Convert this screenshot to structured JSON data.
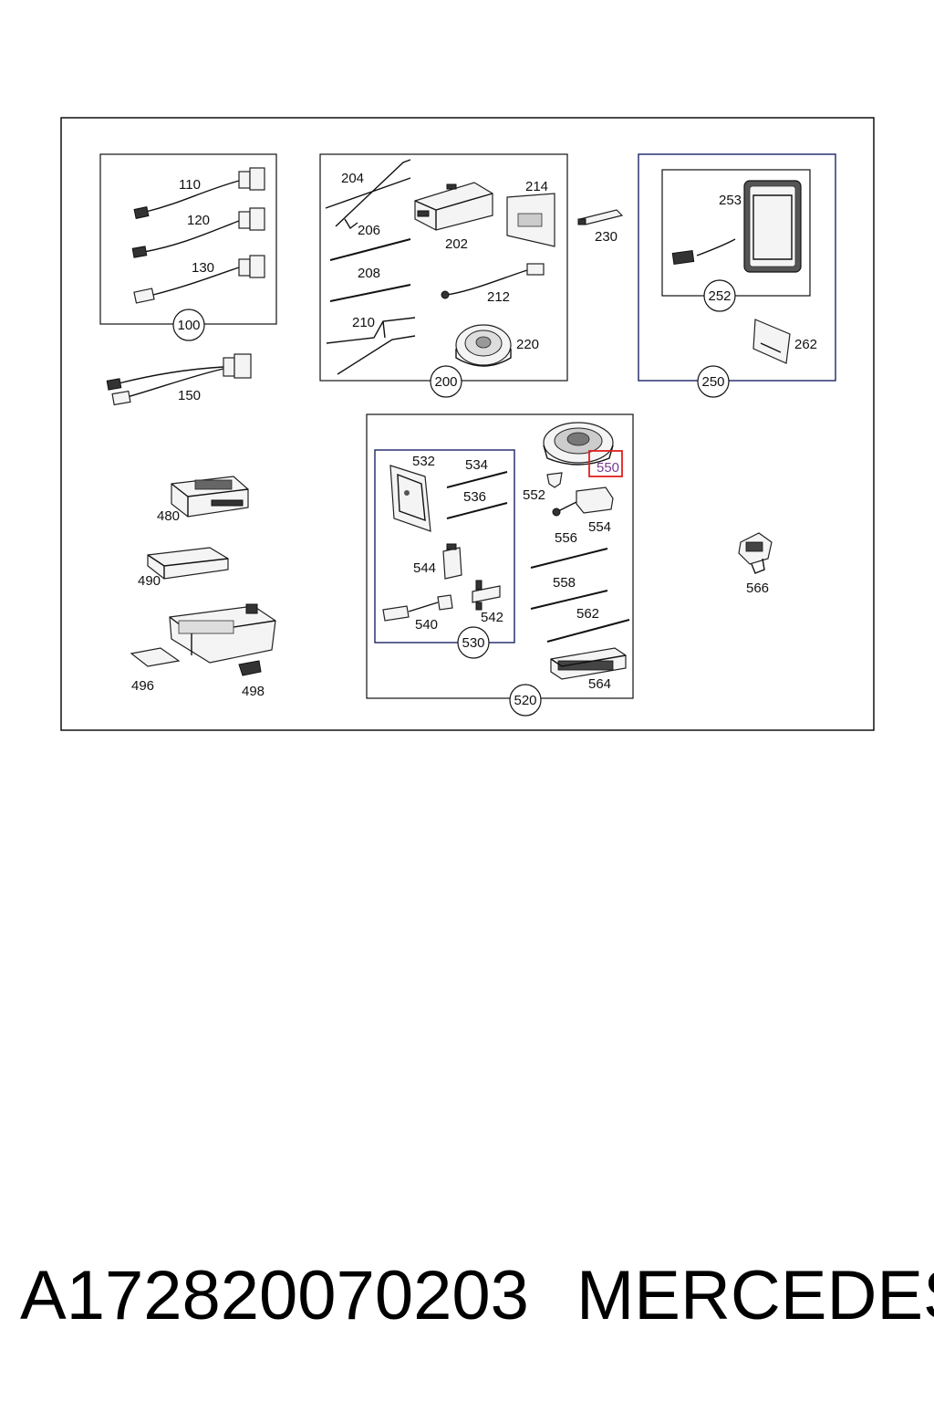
{
  "callouts": {
    "c100": "100",
    "c110": "110",
    "c120": "120",
    "c130": "130",
    "c150": "150",
    "c200": "200",
    "c202": "202",
    "c204": "204",
    "c206": "206",
    "c208": "208",
    "c210": "210",
    "c212": "212",
    "c214": "214",
    "c220": "220",
    "c230": "230",
    "c250": "250",
    "c252": "252",
    "c253": "253",
    "c262": "262",
    "c480": "480",
    "c490": "490",
    "c496": "496",
    "c498": "498",
    "c520": "520",
    "c530": "530",
    "c532": "532",
    "c534": "534",
    "c536": "536",
    "c540": "540",
    "c542": "542",
    "c544": "544",
    "c550": "550",
    "c552": "552",
    "c554": "554",
    "c556": "556",
    "c558": "558",
    "c562": "562",
    "c564": "564",
    "c566": "566"
  },
  "highlight": {
    "callout": "550",
    "color": "#e02020"
  },
  "footer": {
    "part_number": "A172820070203",
    "brand": "MERCEDES"
  }
}
